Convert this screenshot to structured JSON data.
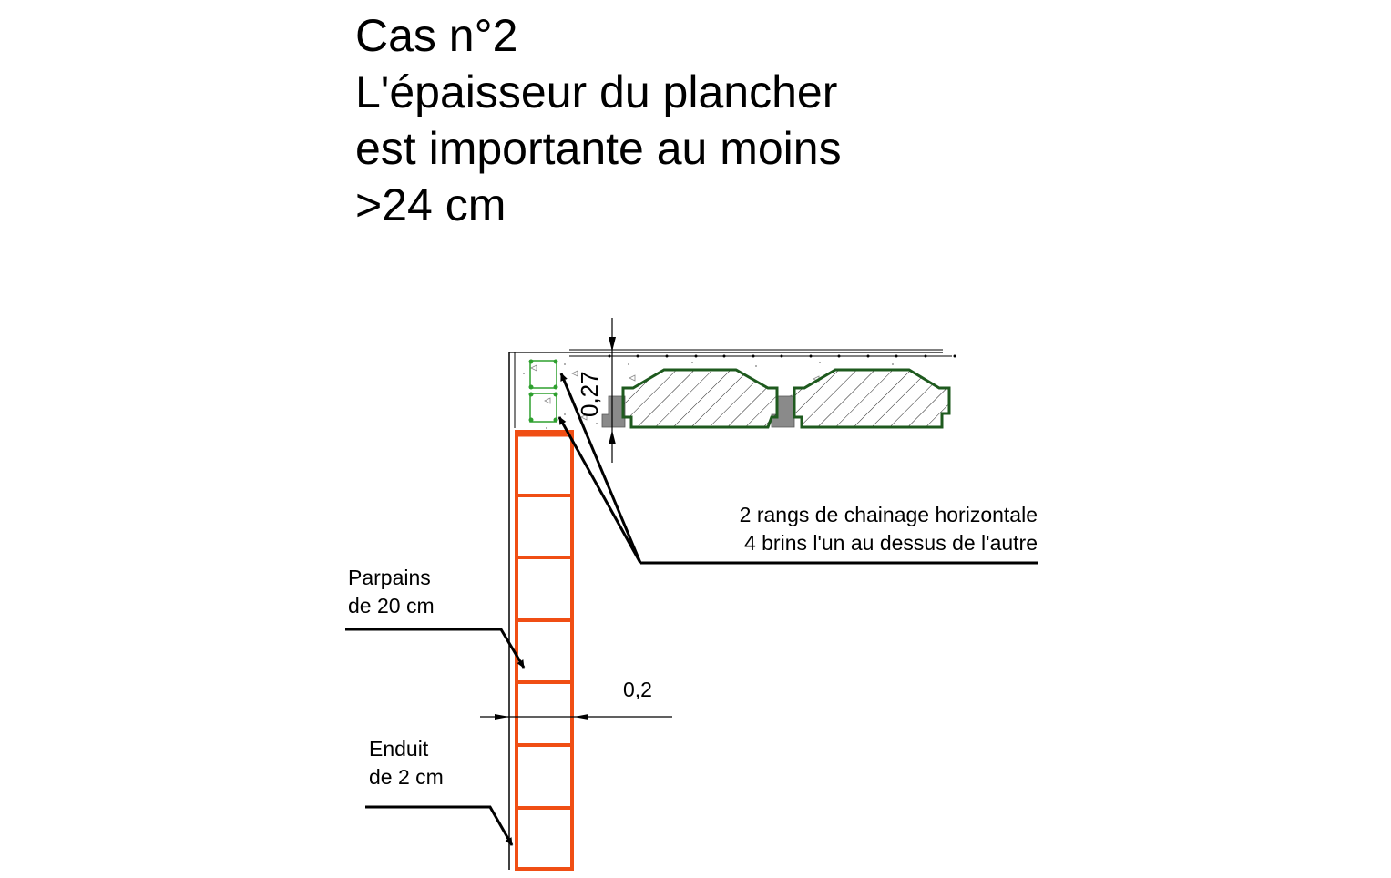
{
  "title": {
    "lines": [
      "Cas n°2",
      "L'épaisseur du plancher",
      "est importante au moins",
      ">24 cm"
    ]
  },
  "annotations": {
    "chainage": {
      "line1": "2 rangs de chainage horizontale",
      "line2": "4 brins l'un au dessus de l'autre"
    },
    "parpains": {
      "line1": "Parpains",
      "line2": "de 20 cm"
    },
    "enduit": {
      "line1": "Enduit",
      "line2": "de 2 cm"
    }
  },
  "dimensions": {
    "floor_thickness": "0,27",
    "wall_thickness": "0,2"
  },
  "colors": {
    "block_wall": "#f04e14",
    "rebar_cage": "#2ea02e",
    "hollow_core_slab": "#1e5a1e",
    "slab_support": "#8a8a8a",
    "lines": "#000000"
  },
  "elements": {
    "block_courses": 7,
    "rebar_cages": 2,
    "floor_slabs": 2
  }
}
